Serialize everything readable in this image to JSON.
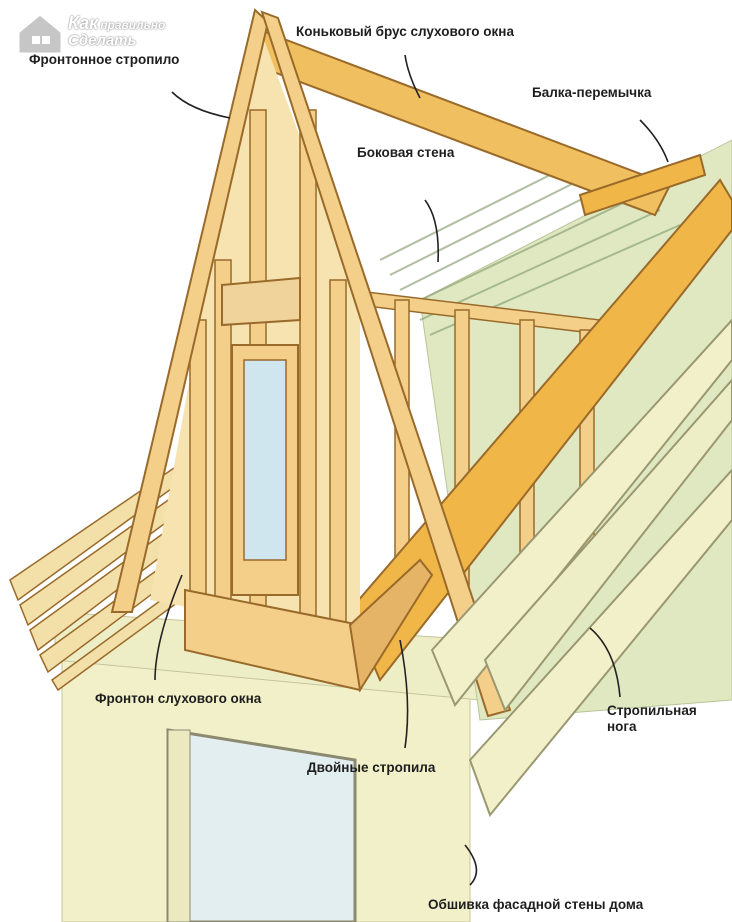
{
  "watermark": {
    "line1": "Как",
    "line1_small": "правильно",
    "line2": "Сделать"
  },
  "labels": {
    "ridge_beam": "Коньковый брус слухового окна",
    "gable_rafter": "Фронтонное стропило",
    "header_beam": "Балка-перемычка",
    "side_wall": "Боковая стена",
    "dormer_gable": "Фронтон слухового окна",
    "rafter_leg_line1": "Стропильная",
    "rafter_leg_line2": "нога",
    "double_rafters": "Двойные стропила",
    "facade_sheathing": "Обшивка фасадной стены дома"
  },
  "colors": {
    "wood_light": "#f3cf8a",
    "wood_mid": "#e6b466",
    "wood_orange": "#f0b648",
    "wood_edge": "#9a6a2a",
    "wall": "#f1f0c8",
    "roof_green": "#dfe8c0",
    "glass": "#cfe6ee",
    "label_text": "#1e1e1e"
  }
}
